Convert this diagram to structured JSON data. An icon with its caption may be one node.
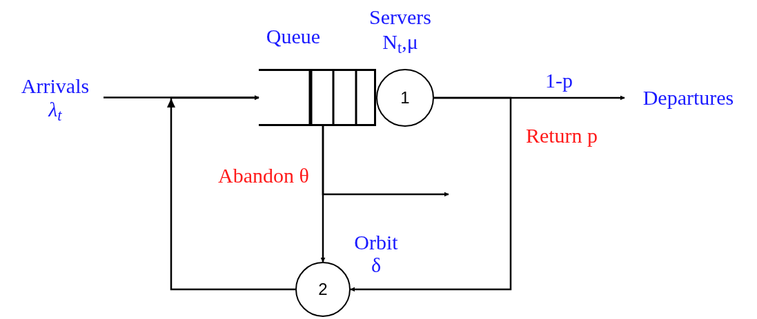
{
  "diagram": {
    "nodes": [
      {
        "text": [
          "Arrivals",
          "λ$_{t}$"
        ]
      },
      {
        "text": [
          "Queue"
        ]
      },
      {
        "text": [
          "1"
        ],
        "beside": [
          "Servers",
          "N$_{t}$,μ"
        ]
      },
      {
        "text": [
          "Departures"
        ]
      },
      {
        "text": [
          "2"
        ],
        "beside": [
          "Orbit",
          "δ"
        ]
      }
    ],
    "edges": [
      {
        "from": 0,
        "to": 1,
        "arrow": "to"
      },
      {
        "from": 2,
        "to": 3,
        "arrow": "to",
        "label": "1-p"
      },
      {
        "from": 2,
        "to": 4,
        "arrow": "to",
        "label": "Return p"
      },
      {
        "from": 1,
        "to": 4,
        "arrow": "to"
      },
      {
        "from": 1,
        "to": null,
        "arrow": "to",
        "label": "Abandon θ"
      },
      {
        "from": 4,
        "to": 1,
        "arrow": "to"
      }
    ]
  }
}
